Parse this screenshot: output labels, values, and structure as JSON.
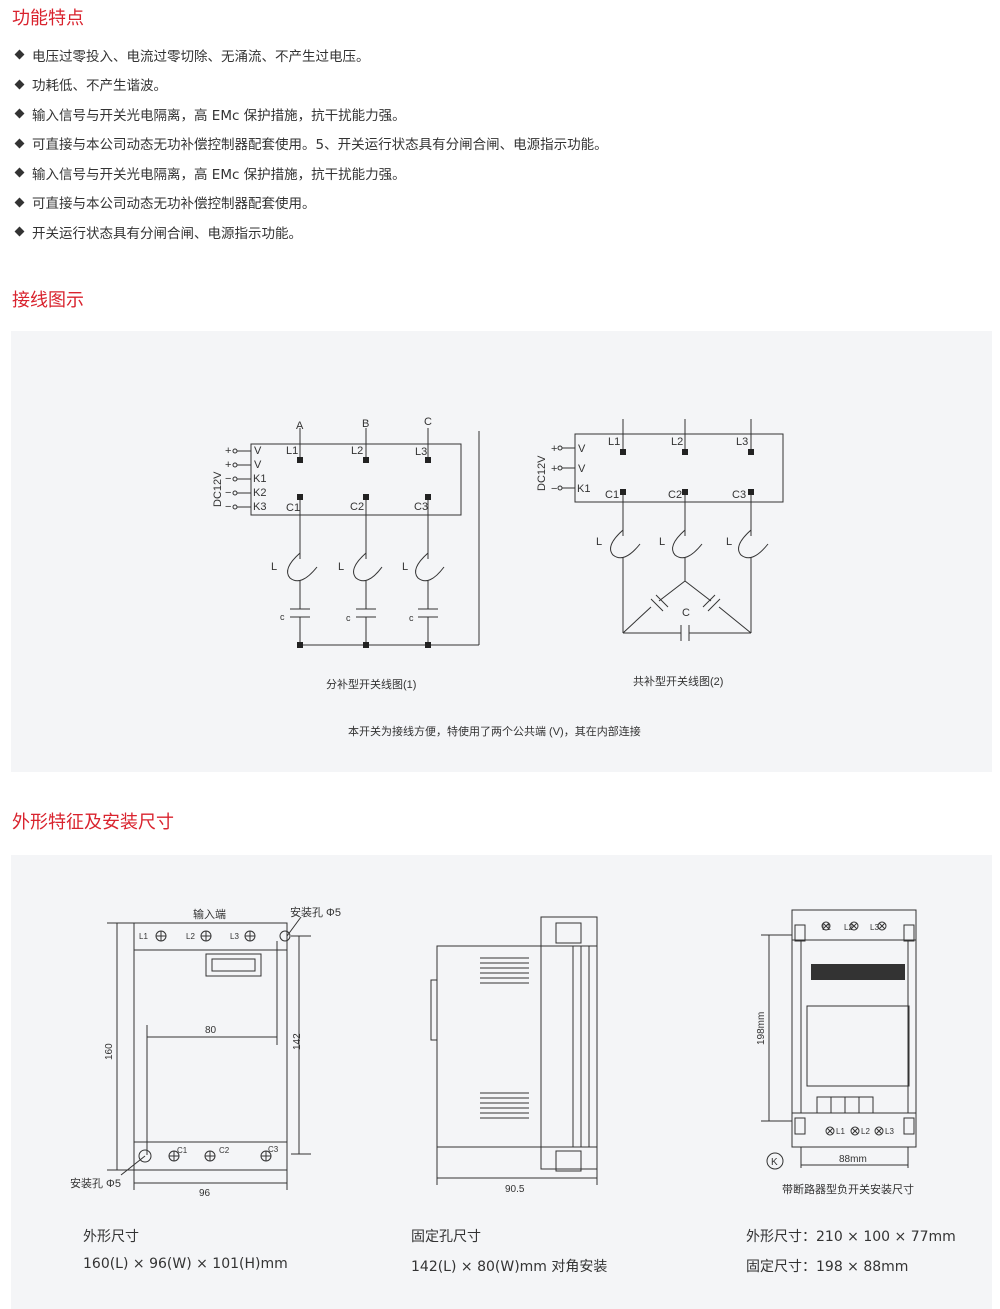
{
  "sections": {
    "features_title": "功能特点",
    "wiring_title": "接线图示",
    "dimensions_title": "外形特征及安装尺寸"
  },
  "features": [
    "电压过零投入、电流过零切除、无涌流、不产生过电压。",
    "功耗低、不产生谐波。",
    "输入信号与开关光电隔离，高 EMc 保护措施，抗干扰能力强。",
    "可直接与本公司动态无功补偿控制器配套使用。5、开关运行状态具有分闸合闸、电源指示功能。",
    "输入信号与开关光电隔离，高 EMc 保护措施，抗干扰能力强。",
    "可直接与本公司动态无功补偿控制器配套使用。",
    "开关运行状态具有分闸合闸、电源指示功能。"
  ],
  "wiring": {
    "diagram1": {
      "caption": "分补型开关线图(1)",
      "phases": [
        "A",
        "B",
        "C"
      ],
      "top_terms": [
        "L1",
        "L2",
        "L3"
      ],
      "bottom_terms": [
        "C1",
        "C2",
        "C3"
      ],
      "inputs": [
        "V",
        "V",
        "K1",
        "K2",
        "K3"
      ],
      "input_signs": [
        "+",
        "+",
        "−",
        "−",
        "−"
      ],
      "dc_label": "DC12V",
      "inductor": "L",
      "cap": [
        "c",
        "c",
        "c"
      ]
    },
    "diagram2": {
      "caption": "共补型开关线图(2)",
      "top_terms": [
        "L1",
        "L2",
        "L3"
      ],
      "bottom_terms": [
        "C1",
        "C2",
        "C3"
      ],
      "inputs": [
        "V",
        "V",
        "K1"
      ],
      "input_signs": [
        "+",
        "+",
        "−"
      ],
      "dc_label": "DC12V",
      "inductor": "L",
      "cap": "C"
    },
    "note": "本开关为接线方便，特使用了两个公共端 (V)，其在内部连接"
  },
  "dimensions": {
    "front": {
      "input_label": "输入端",
      "hole_top": "安装孔 Φ5",
      "hole_bottom": "安装孔 Φ5",
      "terms_top": [
        "L1",
        "L2",
        "L3"
      ],
      "terms_bottom": [
        "C1",
        "C2",
        "C3"
      ],
      "dim_80": "80",
      "dim_160": "160",
      "dim_142": "142",
      "dim_96": "96"
    },
    "side": {
      "dim_905": "90.5"
    },
    "breaker": {
      "terms_top": [
        "L1",
        "L2",
        "L3"
      ],
      "terms_bottom": [
        "L1",
        "L2",
        "L3"
      ],
      "dim_198": "198mm",
      "dim_88": "88mm",
      "k_mark": "K",
      "caption": "带断路器型负开关安装尺寸"
    },
    "captions": {
      "c1_title": "外形尺寸",
      "c1_value": "160(L) × 96(W) × 101(H)mm",
      "c2_title": "固定孔尺寸",
      "c2_value": "142(L) × 80(W)mm 对角安装",
      "c3_title": "外形尺寸：210 × 100 × 77mm",
      "c3_value": "固定尺寸：198 × 88mm"
    }
  }
}
